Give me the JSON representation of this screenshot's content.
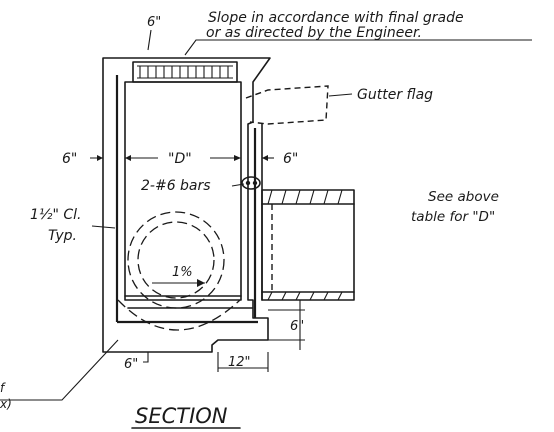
{
  "labels": {
    "top_dim": "6\"",
    "slope_line1": "Slope in accordance with final grade",
    "slope_line2": "or as directed by the Engineer.",
    "gutter_flag": "Gutter flag",
    "left_dim": "6\"",
    "d_dim": "\"D\"",
    "right_dim": "6\"",
    "bars": "2-#6 bars",
    "clear_line1": "1½\" Cl.",
    "clear_line2": "Typ.",
    "see_line1": "See above",
    "see_line2": "table for \"D\"",
    "slope_pct": "1%",
    "pipe_dim": "6\"",
    "bottom_left_dim": "6\"",
    "bottom_dim": "12\"",
    "cut_line1": "f",
    "cut_line2": "x)",
    "section_title": "SECTION"
  }
}
